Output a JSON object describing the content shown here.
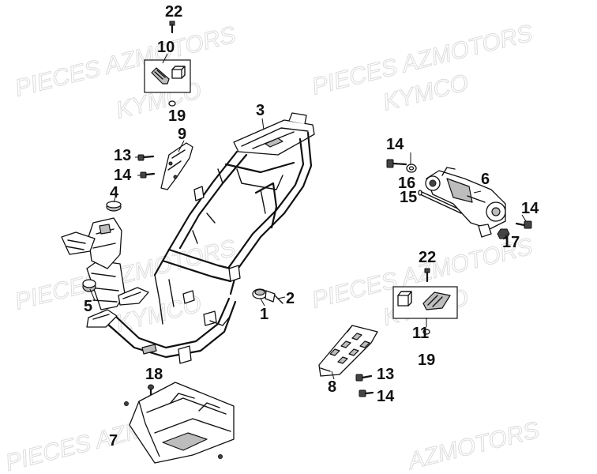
{
  "watermarks": [
    {
      "text": "PIECES AZMOTORS"
    },
    {
      "text": "KYMCO"
    },
    {
      "text": "PIECES AZMOTORS"
    },
    {
      "text": "KYMCO"
    },
    {
      "text": "PIECES AZMOTORS"
    },
    {
      "text": "KYMCO"
    },
    {
      "text": "PIECES AZMOTORS"
    },
    {
      "text": "KYMCO"
    },
    {
      "text": "PIECES AZMOTORS"
    },
    {
      "text": "AZMOTORS"
    }
  ],
  "callouts": [
    {
      "id": "22a",
      "label": "22",
      "part": "bolt-top"
    },
    {
      "id": "10",
      "label": "10",
      "part": "footrest-left-kit"
    },
    {
      "id": "19a",
      "label": "19",
      "part": "nut-top"
    },
    {
      "id": "9",
      "label": "9",
      "part": "bracket-plate"
    },
    {
      "id": "3",
      "label": "3",
      "part": "frame"
    },
    {
      "id": "13a",
      "label": "13",
      "part": "bolt-left"
    },
    {
      "id": "14a",
      "label": "14",
      "part": "bolt-left-lower"
    },
    {
      "id": "4",
      "label": "4",
      "part": "rubber-cap"
    },
    {
      "id": "5",
      "label": "5",
      "part": "damper-rubber"
    },
    {
      "id": "1",
      "label": "1",
      "part": "lock-cylinder"
    },
    {
      "id": "2",
      "label": "2",
      "part": "lock-key"
    },
    {
      "id": "14b",
      "label": "14",
      "part": "bolt-right-top"
    },
    {
      "id": "16",
      "label": "16",
      "part": "washer"
    },
    {
      "id": "15",
      "label": "15",
      "part": "pivot-shaft"
    },
    {
      "id": "6",
      "label": "6",
      "part": "engine-hanger"
    },
    {
      "id": "14c",
      "label": "14",
      "part": "bolt-right-side"
    },
    {
      "id": "17",
      "label": "17",
      "part": "nut-right"
    },
    {
      "id": "22b",
      "label": "22",
      "part": "bolt-mid"
    },
    {
      "id": "11",
      "label": "11",
      "part": "footrest-right-kit"
    },
    {
      "id": "19b",
      "label": "19",
      "part": "nut-mid"
    },
    {
      "id": "8",
      "label": "8",
      "part": "foot-plate"
    },
    {
      "id": "13b",
      "label": "13",
      "part": "bolt-lower-right"
    },
    {
      "id": "14d",
      "label": "14",
      "part": "bolt-lower-right-2"
    },
    {
      "id": "18",
      "label": "18",
      "part": "screw-bottom"
    },
    {
      "id": "7",
      "label": "7",
      "part": "under-cover"
    }
  ]
}
